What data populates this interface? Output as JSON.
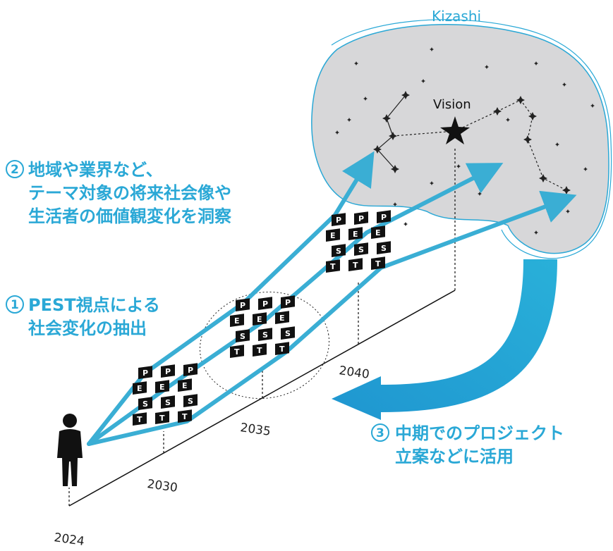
{
  "kizashi_label": "Kizashi",
  "vision_label": "Vision",
  "steps": [
    {
      "number": "2",
      "lines": [
        "地域や業界など、",
        "テーマ対象の将来社会像や",
        "生活者の価値観変化を洞察"
      ]
    },
    {
      "number": "1",
      "lines": [
        "PEST視点による",
        "社会変化の抽出"
      ]
    },
    {
      "number": "3",
      "lines": [
        "中期でのプロジェクト",
        "立案などに活用"
      ]
    }
  ],
  "years": [
    "2024",
    "2030",
    "2035",
    "2040"
  ],
  "pest_letters": [
    "P",
    "E",
    "S",
    "T"
  ],
  "colors": {
    "accent": "#2aa8d6",
    "arrow": "#3aaed4",
    "cloud_fill": "#d7d7d9",
    "card": "#111111"
  }
}
